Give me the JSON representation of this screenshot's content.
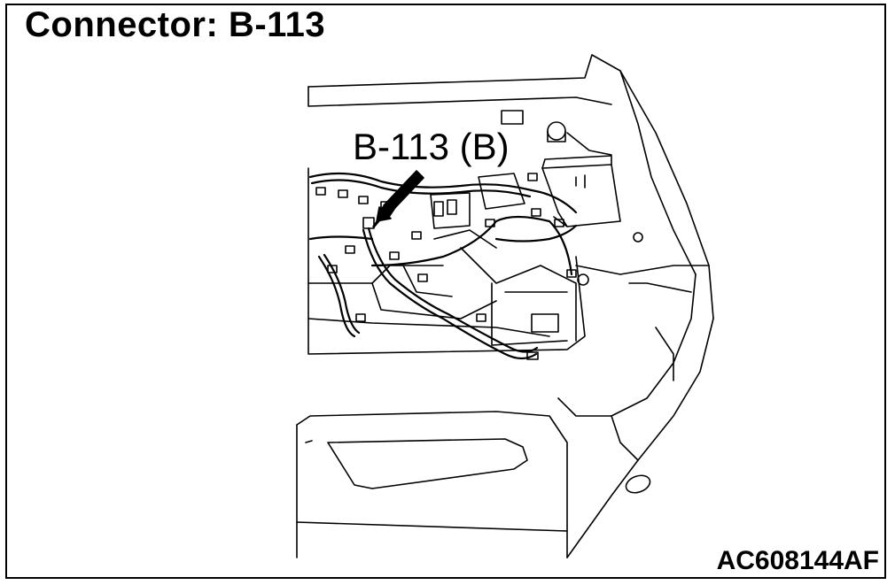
{
  "title": "Connector: B-113",
  "connector_callout": "B-113 (B)",
  "figure_id": "AC608144AF",
  "colors": {
    "line": "#000000",
    "background": "#ffffff"
  }
}
